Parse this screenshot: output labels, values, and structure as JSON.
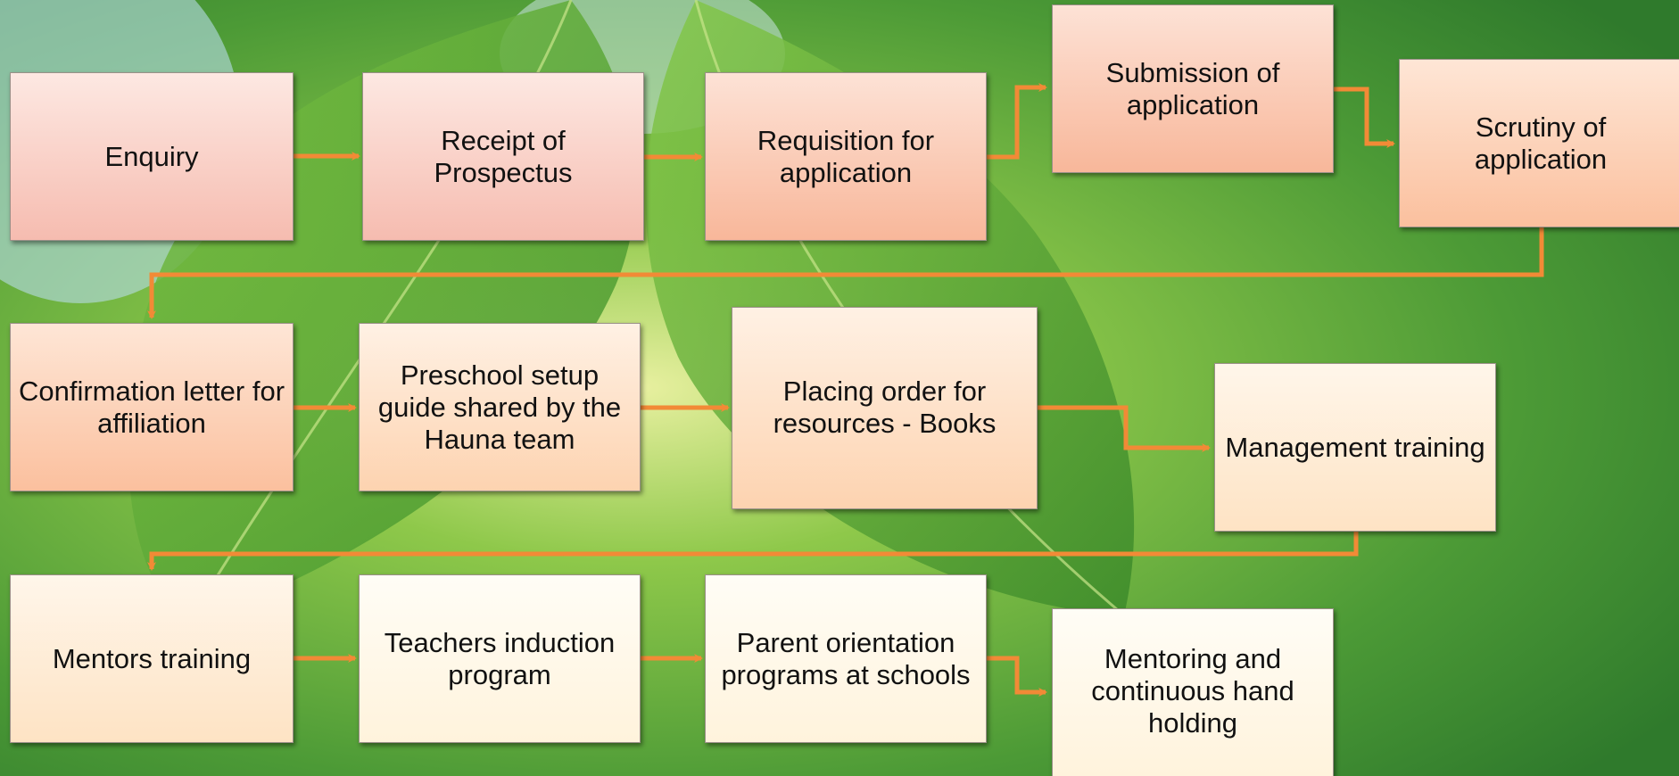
{
  "accent_color": "#f28a36",
  "steps": [
    {
      "id": "enquiry",
      "label": "Enquiry"
    },
    {
      "id": "receipt",
      "label": "Receipt of Prospectus"
    },
    {
      "id": "requisition",
      "label": "Requisition for application"
    },
    {
      "id": "submission",
      "label": "Submission of application"
    },
    {
      "id": "scrutiny",
      "label": "Scrutiny of application"
    },
    {
      "id": "confirmation",
      "label": "Confirmation letter for affiliation"
    },
    {
      "id": "setup-guide",
      "label": "Preschool setup guide shared by the Hauna team"
    },
    {
      "id": "placing-order",
      "label": "Placing  order for resources - Books"
    },
    {
      "id": "management-training",
      "label": "Management training"
    },
    {
      "id": "mentors-training",
      "label": "Mentors training"
    },
    {
      "id": "teachers-induction",
      "label": "Teachers induction program"
    },
    {
      "id": "parent-orientation",
      "label": "Parent orientation programs at schools"
    },
    {
      "id": "mentoring",
      "label": "Mentoring and continuous hand holding"
    }
  ]
}
